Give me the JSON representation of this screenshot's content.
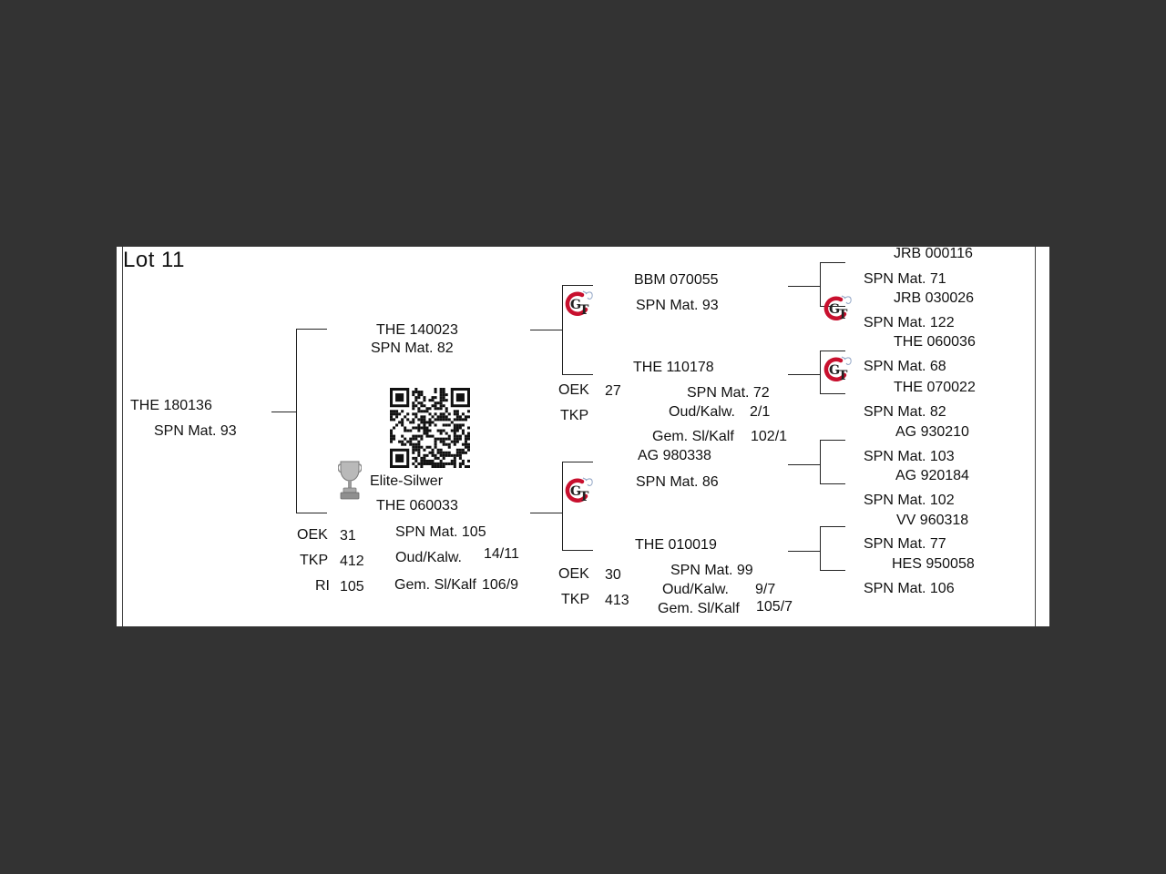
{
  "lot": "Lot 11",
  "animal": {
    "id": "THE 180136",
    "spn": "SPN Mat. 93"
  },
  "sire": {
    "id": "THE 140023",
    "spn": "SPN Mat. 82"
  },
  "dam": {
    "award": "Elite-Silwer",
    "id": "THE 060033",
    "spn": "SPN Mat. 105",
    "oud_label": "Oud/Kalw.",
    "oud_value": "14/11",
    "gem_label": "Gem. Sl/Kalf",
    "gem_value": "106/9",
    "stats": [
      {
        "label": "OEK",
        "value": "31"
      },
      {
        "label": "TKP",
        "value": "412"
      },
      {
        "label": "RI",
        "value": "105"
      }
    ]
  },
  "sire_sire": {
    "id": "BBM 070055",
    "spn": "SPN Mat. 93"
  },
  "sire_dam": {
    "id": "THE 110178",
    "spn": "SPN Mat. 72",
    "oud_label": "Oud/Kalw.",
    "oud_value": "2/1",
    "gem_label": "Gem. Sl/Kalf",
    "gem_value": "102/1",
    "oek_label": "OEK",
    "oek_value": "27",
    "tkp_label": "TKP"
  },
  "dam_sire": {
    "id": "AG  980338",
    "spn": "SPN Mat. 86"
  },
  "dam_dam": {
    "id": "THE 010019",
    "spn": "SPN Mat. 99",
    "oud_label": "Oud/Kalw.",
    "oud_value": "9/7",
    "gem_label": "Gem. Sl/Kalf",
    "gem_value": "105/7",
    "oek_label": "OEK",
    "oek_value": "30",
    "tkp_label": "TKP",
    "tkp_value": "413"
  },
  "gen3": [
    {
      "id": "JRB 000116",
      "spn": "SPN Mat. 71"
    },
    {
      "id": "JRB 030026",
      "spn": "SPN Mat. 122"
    },
    {
      "id": "THE 060036",
      "spn": "SPN Mat. 68"
    },
    {
      "id": "THE 070022",
      "spn": "SPN Mat. 82"
    },
    {
      "id": "AG  930210",
      "spn": "SPN Mat. 103"
    },
    {
      "id": "AG  920184",
      "spn": "SPN Mat. 102"
    },
    {
      "id": "VV  960318",
      "spn": "SPN Mat. 77"
    },
    {
      "id": "HES 950058",
      "spn": "SPN Mat. 106"
    }
  ],
  "icons": {
    "gt_logo": "gt-breeder-logo-icon",
    "qr": "qr-code-icon",
    "trophy": "trophy-icon",
    "brand_red": "#c8102e"
  }
}
